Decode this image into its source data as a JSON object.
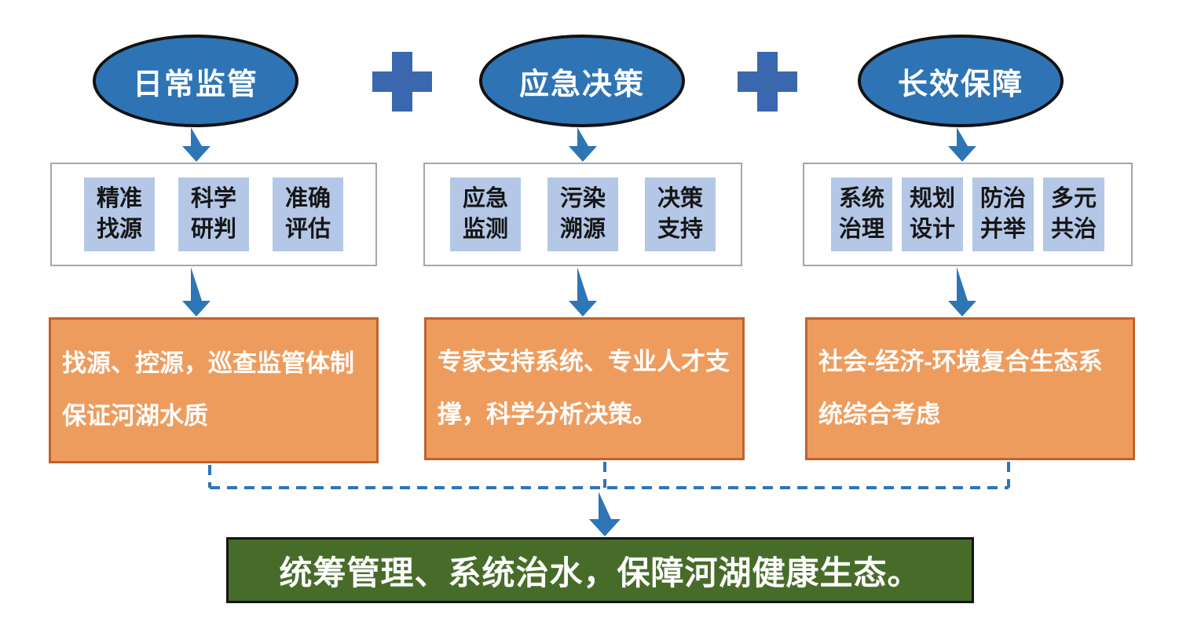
{
  "columns": [
    {
      "header": "日常监管",
      "items": [
        "精准\n找源",
        "科学\n研判",
        "准确\n评估"
      ],
      "summary": "找源、控源，巡查监管体制保证河湖水质"
    },
    {
      "header": "应急决策",
      "items": [
        "应急\n监测",
        "污染\n溯源",
        "决策\n支持"
      ],
      "summary": "专家支持系统、专业人才支撑，科学分析决策。"
    },
    {
      "header": "长效保障",
      "items": [
        "系统\n治理",
        "规划\n设计",
        "防治\n并举",
        "多元\n共治"
      ],
      "summary": "社会-经济-环境复合生态系统综合考虑"
    }
  ],
  "conclusion": "统筹管理、系统治水，保障河湖健康生态。",
  "icons": {
    "plus": "plus-icon",
    "arrow": "arrow-down-icon",
    "dashed": "dashed-connector-line"
  },
  "colors": {
    "ellipse_fill": "#2E74B5",
    "ellipse_border": "#121212",
    "plus": "#3A67AE",
    "arrow": "#2E75B6",
    "item_chip_fill": "#B4C7E7",
    "panel_border": "#A6A6A6",
    "summary_fill": "#EE9C5E",
    "summary_border": "#C0622B",
    "conclusion_fill": "#476C2A",
    "dashed_line": "#2E75B6"
  }
}
